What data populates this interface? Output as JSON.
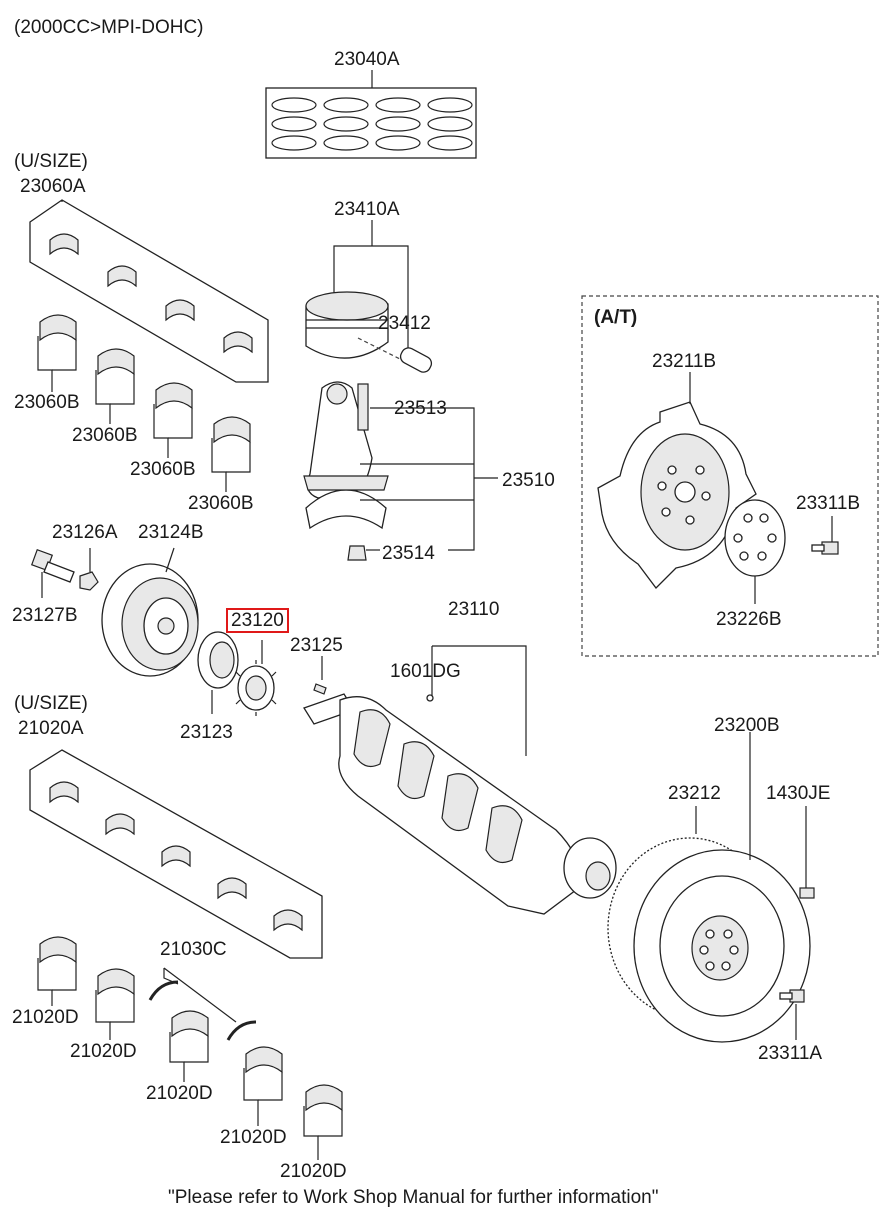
{
  "header": {
    "engine": "(2000CC>MPI-DOHC)"
  },
  "labels": {
    "p23040A": "23040A",
    "usize1": "(U/SIZE)",
    "p23060A": "23060A",
    "p23060B_1": "23060B",
    "p23060B_2": "23060B",
    "p23060B_3": "23060B",
    "p23060B_4": "23060B",
    "p23410A": "23410A",
    "p23412": "23412",
    "p23513": "23513",
    "p23510": "23510",
    "p23514": "23514",
    "at": "(A/T)",
    "p23211B": "23211B",
    "p23311B": "23311B",
    "p23226B": "23226B",
    "p23126A": "23126A",
    "p23124B": "23124B",
    "p23127B": "23127B",
    "p23120": "23120",
    "p23125": "23125",
    "p23123": "23123",
    "p23110": "23110",
    "p1601DG": "1601DG",
    "usize2": "(U/SIZE)",
    "p21020A": "21020A",
    "p23200B": "23200B",
    "p23212": "23212",
    "p1430JE": "1430JE",
    "p21030C": "21030C",
    "p21020D_1": "21020D",
    "p21020D_2": "21020D",
    "p21020D_3": "21020D",
    "p21020D_4": "21020D",
    "p21020D_5": "21020D",
    "p23311A": "23311A"
  },
  "footer": {
    "note": "\"Please refer to Work Shop Manual for further information\""
  },
  "colors": {
    "highlight": "#e01919",
    "ink": "#222222"
  }
}
